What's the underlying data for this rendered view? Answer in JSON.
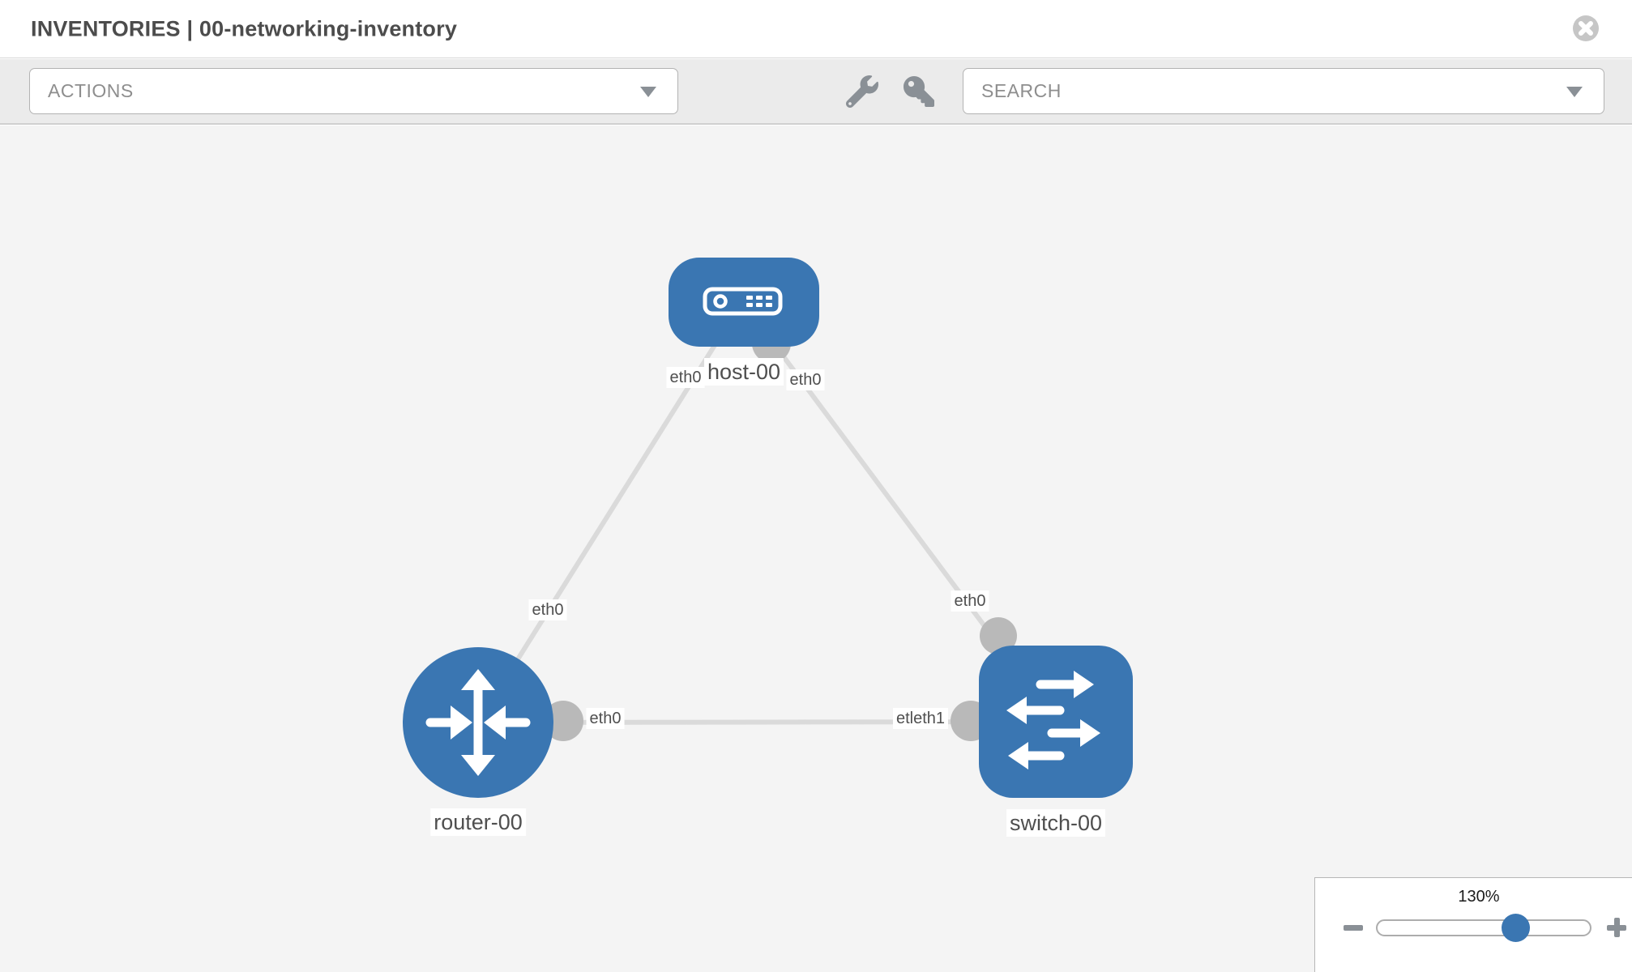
{
  "header": {
    "title": "INVENTORIES | 00-networking-inventory",
    "close_icon": "times-circle"
  },
  "toolbar": {
    "actions_label": "ACTIONS",
    "search_label": "SEARCH",
    "tool_icons": [
      "wrench",
      "key"
    ],
    "caret_icon": "caret-down"
  },
  "canvas": {
    "nodes": [
      {
        "id": "host-00",
        "type": "host",
        "label": "host-00",
        "icon": "host-device-icon",
        "shape": "rounded-rect"
      },
      {
        "id": "router-00",
        "type": "router",
        "label": "router-00",
        "icon": "router-arrows-icon",
        "shape": "circle"
      },
      {
        "id": "switch-00",
        "type": "switch",
        "label": "switch-00",
        "icon": "switch-arrows-icon",
        "shape": "rounded-square"
      }
    ],
    "links": [
      {
        "from": "host-00",
        "to": "router-00",
        "from_label": "eth0",
        "to_label": "eth0"
      },
      {
        "from": "host-00",
        "to": "switch-00",
        "from_label": "eth0",
        "to_label": "eth0"
      },
      {
        "from": "router-00",
        "to": "switch-00",
        "from_label": "eth0",
        "to_label": "etleth1"
      }
    ]
  },
  "zoom_control": {
    "value": "130%",
    "zoom_out_icon": "minus",
    "zoom_in_icon": "plus",
    "thumb_position_pct": 64
  },
  "colors": {
    "node_blue": "#3a76b2",
    "link_gray": "#dadada",
    "interface_dot_gray": "#b9b9b9",
    "label_text": "#4f4f4f",
    "toolbar_icon_gray": "#8a9096"
  }
}
